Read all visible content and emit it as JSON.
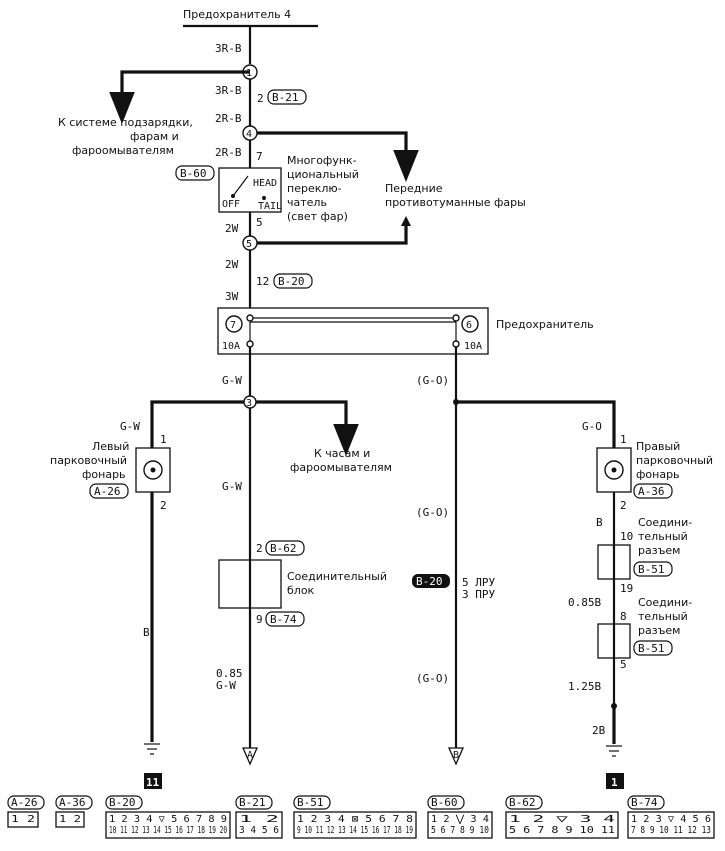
{
  "labels": {
    "fuse4": "Предохранитель 4",
    "charging_1": "К системе подзарядки,",
    "charging_2": "фарам и",
    "charging_3": "фароомывателям",
    "switch_1": "Многофунк-",
    "switch_2": "циональный",
    "switch_3": "переклю-",
    "switch_4": "чатель",
    "switch_5": "(свет фар)",
    "fog_1": "Передние",
    "fog_2": "противотуманные фары",
    "fuse": "Предохранитель",
    "left_lamp_1": "Левый",
    "left_lamp_2": "парковочный",
    "left_lamp_3": "фонарь",
    "clock_1": "К часам и",
    "clock_2": "фароомывателям",
    "right_lamp_1": "Правый",
    "right_lamp_2": "парковочный",
    "right_lamp_3": "фонарь",
    "jblock_1": "Соединительный",
    "jblock_2": "блок",
    "conn1_1": "Соедини-",
    "conn1_2": "тельный",
    "conn1_3": "разъем",
    "conn2_1": "Соедини-",
    "conn2_2": "тельный",
    "conn2_3": "разъем",
    "lru": "5 ЛРУ",
    "pru": "3 ПРУ",
    "sw_head": "HEAD",
    "sw_off": "OFF",
    "sw_tail": "TAIL"
  },
  "wires": {
    "w1": "3R-B",
    "w2": "3R-B",
    "w3": "2R-B",
    "w4": "2R-B",
    "w5": "2W",
    "w6": "2W",
    "w7": "3W",
    "w8": "G-W",
    "w9": "G-W",
    "w10": "G-W",
    "w11": "(G-O)",
    "w12": "(G-O)",
    "w13": "(G-O)",
    "w14": "G-O",
    "w15": "B",
    "w16": "B",
    "w17": "0.85B",
    "w18": "1.25B",
    "w19": "2B",
    "w20a": "0.85",
    "w20b": "G-W"
  },
  "pins": {
    "p2": "2",
    "p7": "7",
    "p5": "5",
    "p12": "12",
    "p1": "1",
    "p2b": "2",
    "p2c": "2",
    "p9": "9",
    "p1r": "1",
    "p2r": "2",
    "p10": "10",
    "p19": "19",
    "p8": "8",
    "p5r": "5"
  },
  "nodes": {
    "n1": "1",
    "n2": "4",
    "n3": "5",
    "n4": "3",
    "f7": "7",
    "f6": "6",
    "a10l": "10A",
    "a10r": "10A"
  },
  "connectors": {
    "b21": "B-21",
    "b60": "B-60",
    "b20": "B-20",
    "a26": "A-26",
    "a36": "A-36",
    "b62": "B-62",
    "b74": "B-74",
    "b51a": "B-51",
    "b51b": "B-51",
    "b20b": "B-20"
  },
  "grounds": {
    "g11": "11",
    "g1": "1",
    "ga": "A",
    "gb": "B"
  },
  "legend": [
    {
      "code": "A-26",
      "rows": [
        "1 2"
      ]
    },
    {
      "code": "A-36",
      "rows": [
        "1 2"
      ]
    },
    {
      "code": "B-20",
      "rows": [
        "1 2 3 4 ▽ 5 6 7 8 9",
        "10 11 12 13 14 15 16 17 18 19 20"
      ]
    },
    {
      "code": "B-21",
      "rows": [
        "1 2",
        "3 4 5 6"
      ]
    },
    {
      "code": "B-51",
      "rows": [
        "1 2 3 4 ⊠ 5 6 7 8",
        "9 10 11 12 13 14 15 16 17 18 19"
      ]
    },
    {
      "code": "B-60",
      "rows": [
        "1 2 ⋁ 3 4",
        "5 6 7 8 9 10"
      ]
    },
    {
      "code": "B-62",
      "rows": [
        "1 2 ▽ 3 4",
        "5 6 7 8 9 10 11"
      ]
    },
    {
      "code": "B-74",
      "rows": [
        "1 2 3 ▽ 4 5 6",
        "7 8 9 10 11 12 13"
      ]
    }
  ]
}
